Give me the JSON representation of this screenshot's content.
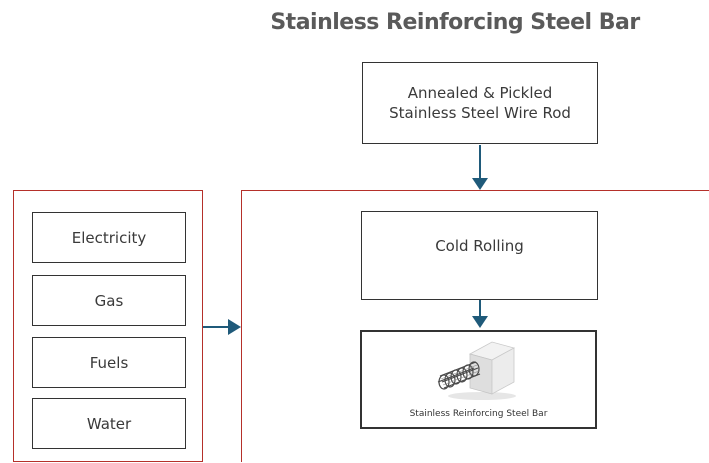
{
  "diagram": {
    "title": "Stainless Reinforcing Steel Bar",
    "input_box": "Annealed & Pickled\nStainless Steel Wire Rod",
    "utilities": [
      "Electricity",
      "Gas",
      "Fuels",
      "Water"
    ],
    "process_box": "Cold Rolling",
    "product_caption": "Stainless Reinforcing Steel Bar",
    "colors": {
      "arrow": "#1f5a7a",
      "frame": "#b5302a",
      "box_border": "#333333"
    },
    "icons": {
      "product": "steel-bar-illustration"
    }
  }
}
